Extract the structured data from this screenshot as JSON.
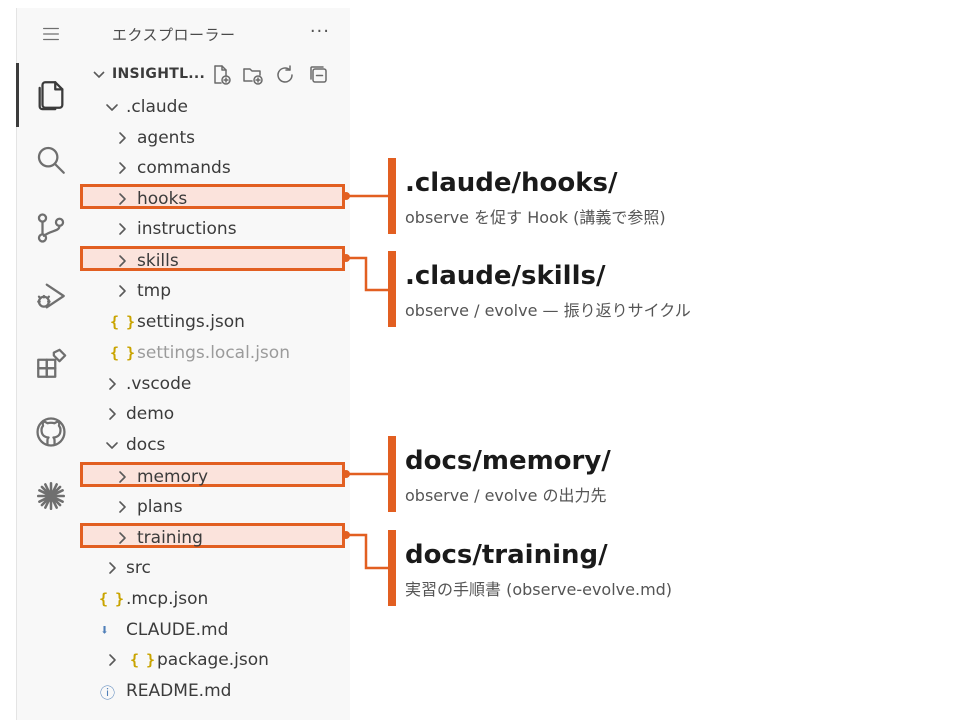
{
  "sidebar": {
    "title": "エクスプローラー",
    "more": "···",
    "root": "INSIGHTL...",
    "items": [
      {
        "label": ".claude"
      },
      {
        "label": "agents"
      },
      {
        "label": "commands"
      },
      {
        "label": "hooks"
      },
      {
        "label": "instructions"
      },
      {
        "label": "skills"
      },
      {
        "label": "tmp"
      },
      {
        "label": "settings.json"
      },
      {
        "label": "settings.local.json"
      },
      {
        "label": ".vscode"
      },
      {
        "label": "demo"
      },
      {
        "label": "docs"
      },
      {
        "label": "memory"
      },
      {
        "label": "plans"
      },
      {
        "label": "training"
      },
      {
        "label": "src"
      },
      {
        "label": ".mcp.json"
      },
      {
        "label": "CLAUDE.md"
      },
      {
        "label": "package.json"
      },
      {
        "label": "README.md"
      }
    ]
  },
  "icons": {
    "json": "{ }",
    "download": "⬇",
    "info": "ⓘ"
  },
  "callouts": [
    {
      "title": ".claude/hooks/",
      "desc": "observe を促す Hook (講義で参照)"
    },
    {
      "title": ".claude/skills/",
      "desc": "observe / evolve — 振り返りサイクル"
    },
    {
      "title": "docs/memory/",
      "desc": "observe / evolve の出力先"
    },
    {
      "title": "docs/training/",
      "desc": "実習の手順書 (observe-evolve.md)"
    }
  ],
  "colors": {
    "accent": "#e25f21",
    "highlight_fill": "#fbe3dc",
    "json_icon": "#c9a400"
  }
}
